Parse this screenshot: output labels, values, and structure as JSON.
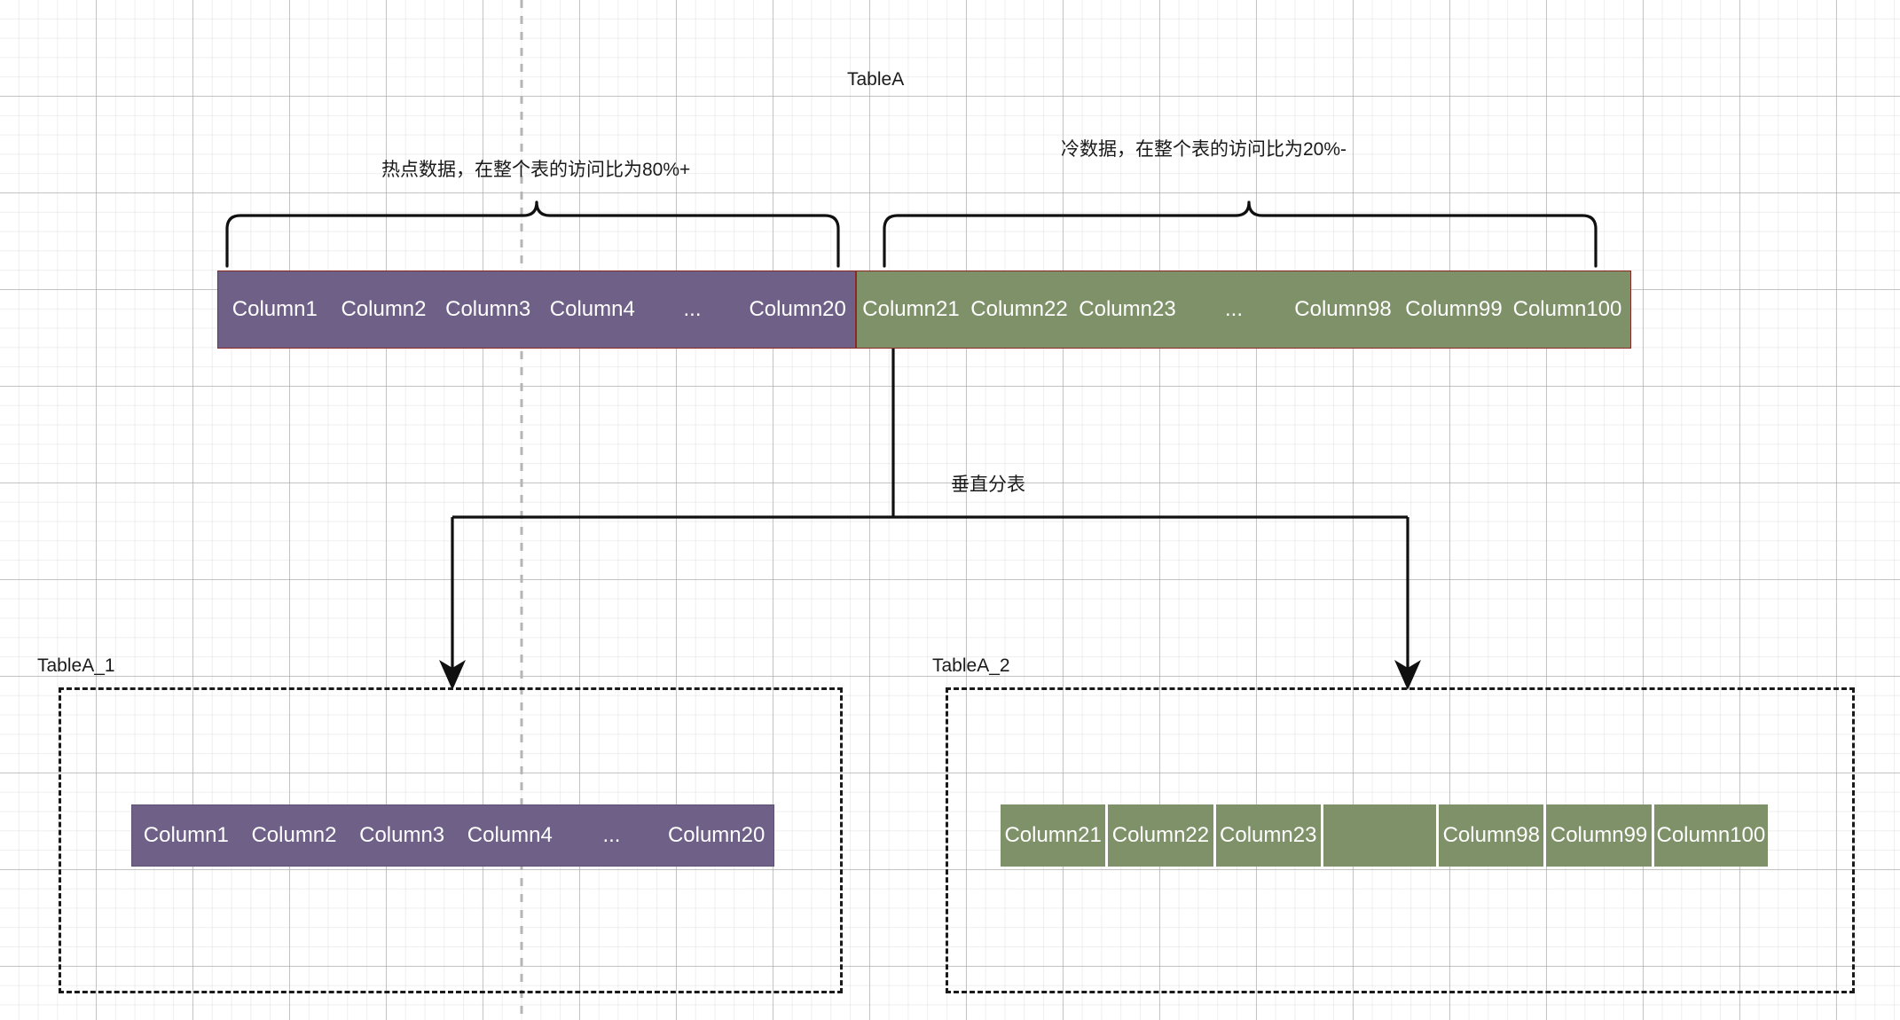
{
  "diagram": {
    "title": "TableA",
    "split_label": "垂直分表",
    "annotations": {
      "hot": "热点数据，在整个表的访问比为80%+",
      "cold": "冷数据，在整个表的访问比为20%-"
    },
    "colors": {
      "hot": "#6e6087",
      "cold": "#7f9169",
      "bar_border": "#8a2a24",
      "line": "#1a1a1a",
      "grid_major": "#a0a0a0",
      "grid_minor": "#c8c8c8",
      "text": "#1a1a1a",
      "bar_text": "#ffffff"
    },
    "main_table": {
      "name": "TableA",
      "hot_columns": [
        "Column1",
        "Column2",
        "Column3",
        "Column4",
        "...",
        "Column20"
      ],
      "cold_columns": [
        "Column21",
        "Column22",
        "Column23",
        "...",
        "Column98",
        "Column99",
        "Column100"
      ]
    },
    "sub_tables": [
      {
        "name": "TableA_1",
        "kind": "hot",
        "columns": [
          "Column1",
          "Column2",
          "Column3",
          "Column4",
          "...",
          "Column20"
        ]
      },
      {
        "name": "TableA_2",
        "kind": "cold",
        "columns": [
          "Column21",
          "Column22",
          "Column23",
          "",
          "Column98",
          "Column99",
          "Column100"
        ]
      }
    ]
  }
}
